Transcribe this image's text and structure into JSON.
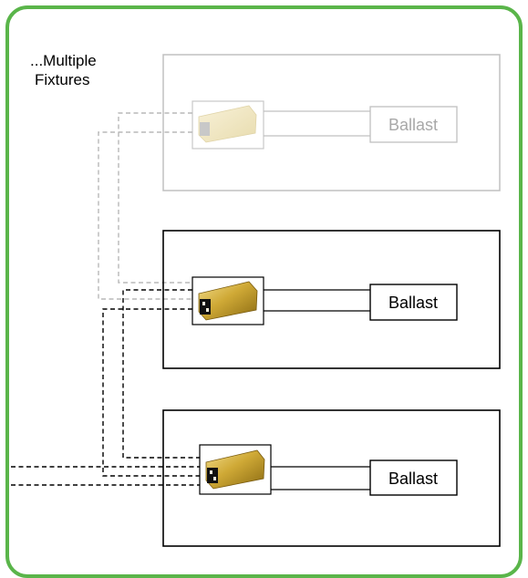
{
  "heading": {
    "line1": "...Multiple",
    "line2": "Fixtures"
  },
  "fixtures": [
    {
      "ballast_label": "Ballast",
      "state": "faded"
    },
    {
      "ballast_label": "Ballast",
      "state": "active"
    },
    {
      "ballast_label": "Ballast",
      "state": "active"
    }
  ],
  "colors": {
    "frame_green": "#5ab54a",
    "active_line": "#000000",
    "faded_line": "#b8b8b8",
    "faded_text": "#a8a8a8",
    "connector_gold": "#c9a227",
    "connector_faded": "#efe6c4"
  },
  "icons": {
    "connector": "connector-icon"
  }
}
